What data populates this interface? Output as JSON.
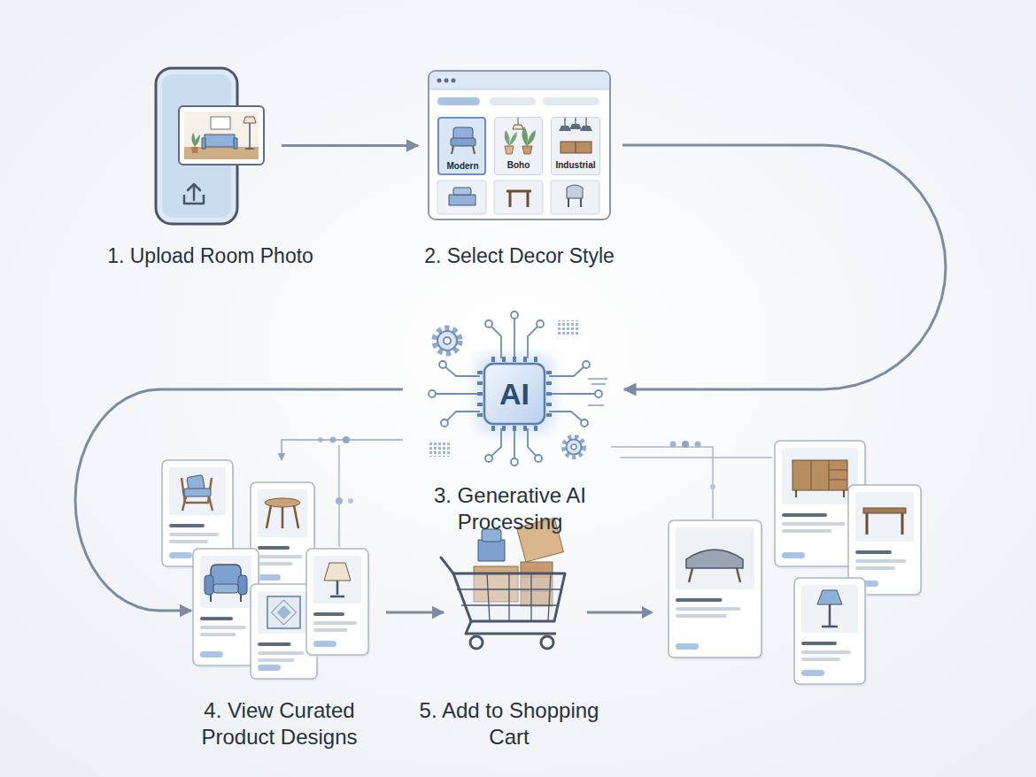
{
  "diagram": {
    "nodes": [
      {
        "text": [
          "1. Upload Room Photo"
        ]
      },
      {
        "text": [
          "2. Select Decor Style"
        ]
      },
      {
        "text": [
          "Modern"
        ],
        "in": 1
      },
      {
        "text": [
          "Boho"
        ],
        "in": 1
      },
      {
        "text": [
          "Industrial"
        ],
        "in": 1
      },
      {
        "text": [
          "AI",
          "3. Generative AI Processing"
        ]
      },
      {
        "text": [
          "4. View Curated Product Designs"
        ]
      },
      {
        "text": [
          "5. Add to Shopping Cart"
        ]
      }
    ],
    "edges": [
      {
        "from": 0,
        "to": 1,
        "arrow": "to"
      },
      {
        "from": 1,
        "to": 5,
        "arrow": "to"
      },
      {
        "from": 5,
        "to": 6,
        "arrow": "to"
      },
      {
        "from": 5,
        "to": 6,
        "arrow": "to"
      },
      {
        "from": 6,
        "to": 7,
        "arrow": "to"
      }
    ]
  }
}
